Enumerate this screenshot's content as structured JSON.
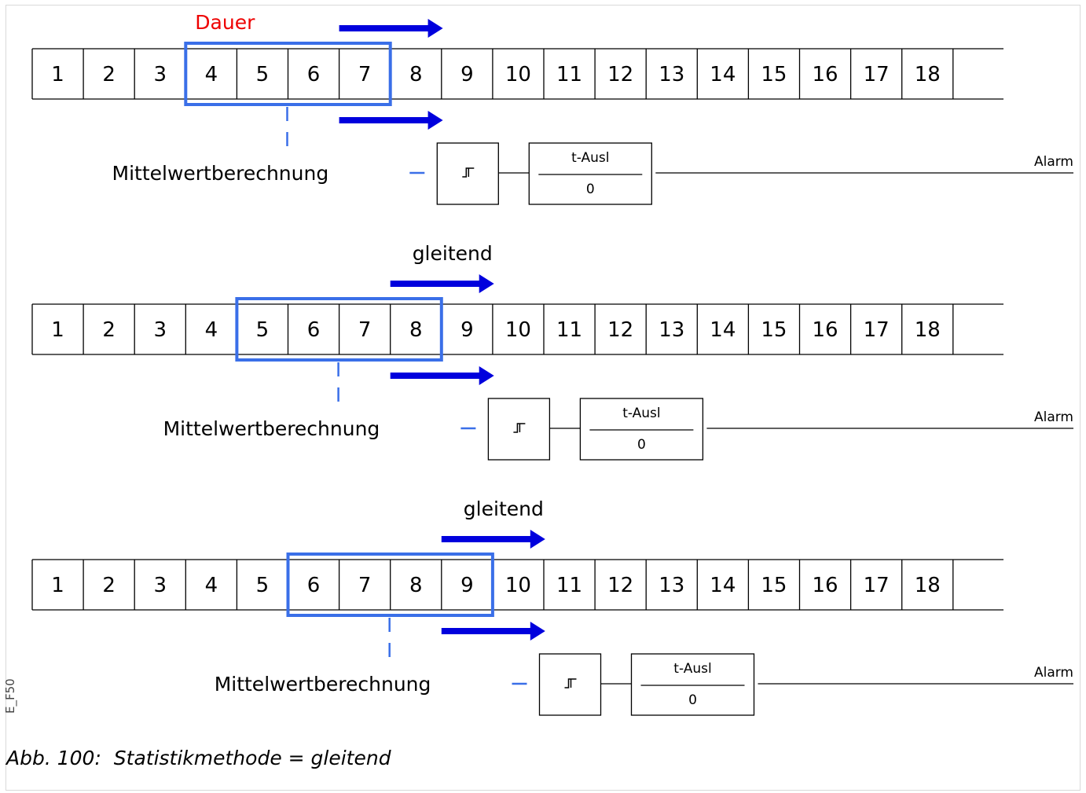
{
  "figure": {
    "side_label": "E_F50",
    "caption_prefix": "Abb. 100:",
    "caption_text": "Statistikmethode = gleitend",
    "colors": {
      "window": "#3a6fe8",
      "arrow": "#0000dd",
      "dauer": "#ee0000",
      "line": "#000000"
    }
  },
  "panels": [
    {
      "top_label": "Dauer",
      "top_label_color": "#ee0000",
      "cells": [
        "1",
        "2",
        "3",
        "4",
        "5",
        "6",
        "7",
        "8",
        "9",
        "10",
        "11",
        "12",
        "13",
        "14",
        "15",
        "16",
        "17",
        "18"
      ],
      "window_start": 4,
      "window_end": 7,
      "calc_label": "Mittelwertberechnung",
      "timer_label": "t-Ausl",
      "timer_value": "0",
      "output_label": "Alarm"
    },
    {
      "top_label": "gleitend",
      "top_label_color": "#000000",
      "cells": [
        "1",
        "2",
        "3",
        "4",
        "5",
        "6",
        "7",
        "8",
        "9",
        "10",
        "11",
        "12",
        "13",
        "14",
        "15",
        "16",
        "17",
        "18"
      ],
      "window_start": 5,
      "window_end": 8,
      "calc_label": "Mittelwertberechnung",
      "timer_label": "t-Ausl",
      "timer_value": "0",
      "output_label": "Alarm"
    },
    {
      "top_label": "gleitend",
      "top_label_color": "#000000",
      "cells": [
        "1",
        "2",
        "3",
        "4",
        "5",
        "6",
        "7",
        "8",
        "9",
        "10",
        "11",
        "12",
        "13",
        "14",
        "15",
        "16",
        "17",
        "18"
      ],
      "window_start": 6,
      "window_end": 9,
      "calc_label": "Mittelwertberechnung",
      "timer_label": "t-Ausl",
      "timer_value": "0",
      "output_label": "Alarm"
    }
  ]
}
